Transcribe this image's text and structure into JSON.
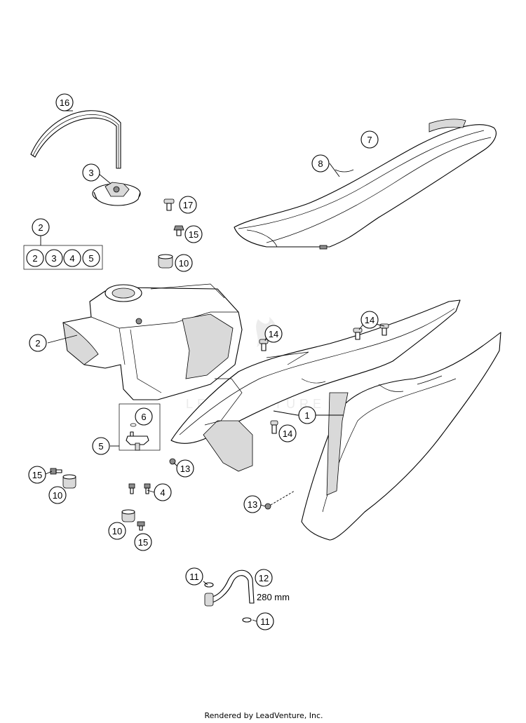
{
  "diagram": {
    "callouts": [
      {
        "id": "c16",
        "label": "16"
      },
      {
        "id": "c3",
        "label": "3"
      },
      {
        "id": "c7",
        "label": "7"
      },
      {
        "id": "c8",
        "label": "8"
      },
      {
        "id": "c17",
        "label": "17"
      },
      {
        "id": "c15a",
        "label": "15"
      },
      {
        "id": "c2top",
        "label": "2"
      },
      {
        "id": "c2b1",
        "label": "2"
      },
      {
        "id": "c3b",
        "label": "3"
      },
      {
        "id": "c4b",
        "label": "4"
      },
      {
        "id": "c5b",
        "label": "5"
      },
      {
        "id": "c10a",
        "label": "10"
      },
      {
        "id": "c2tank",
        "label": "2"
      },
      {
        "id": "c14a",
        "label": "14"
      },
      {
        "id": "c14b",
        "label": "14"
      },
      {
        "id": "c1",
        "label": "1"
      },
      {
        "id": "c14c",
        "label": "14"
      },
      {
        "id": "c6",
        "label": "6"
      },
      {
        "id": "c5",
        "label": "5"
      },
      {
        "id": "c13a",
        "label": "13"
      },
      {
        "id": "c15b",
        "label": "15"
      },
      {
        "id": "c4",
        "label": "4"
      },
      {
        "id": "c10b",
        "label": "10"
      },
      {
        "id": "c13b",
        "label": "13"
      },
      {
        "id": "c10c",
        "label": "10"
      },
      {
        "id": "c15c",
        "label": "15"
      },
      {
        "id": "c11a",
        "label": "11"
      },
      {
        "id": "c12",
        "label": "12"
      },
      {
        "id": "c11b",
        "label": "11"
      }
    ],
    "hose_length": "280 mm",
    "footer": "Rendered by LeadVenture, Inc.",
    "watermark": "LEADVENTURE"
  }
}
